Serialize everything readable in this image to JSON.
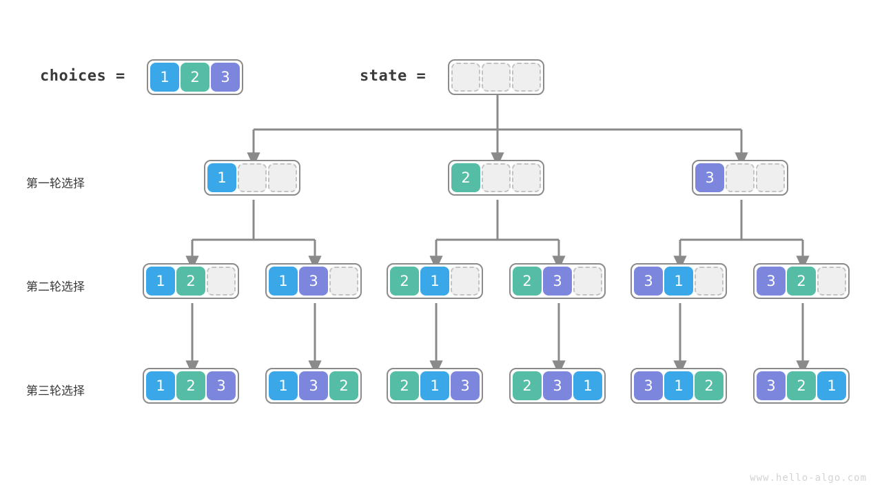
{
  "figure": {
    "watermark": "www.hello-algo.com",
    "palette": {
      "value_1": "#3aa8e8",
      "value_2": "#55bda6",
      "value_3": "#7b86dc",
      "empty_fill": "#efefef",
      "empty_border": "#c2c2c2",
      "node_border": "#8a8a8a",
      "edge": "#8a8a8a",
      "text": "#3a3a3a",
      "watermark_color": "#d2d2d2",
      "background": "#ffffff"
    }
  },
  "header": {
    "choices_label": "choices =",
    "choices_cells": [
      "1",
      "2",
      "3"
    ],
    "state_label": "state =",
    "state_cells": [
      "",
      "",
      ""
    ]
  },
  "rows": [
    {
      "label": "第一轮选择",
      "nodes": [
        {
          "cells": [
            "1",
            "",
            ""
          ]
        },
        {
          "cells": [
            "2",
            "",
            ""
          ]
        },
        {
          "cells": [
            "3",
            "",
            ""
          ]
        }
      ]
    },
    {
      "label": "第二轮选择",
      "nodes": [
        {
          "cells": [
            "1",
            "2",
            ""
          ]
        },
        {
          "cells": [
            "1",
            "3",
            ""
          ]
        },
        {
          "cells": [
            "2",
            "1",
            ""
          ]
        },
        {
          "cells": [
            "2",
            "3",
            ""
          ]
        },
        {
          "cells": [
            "3",
            "1",
            ""
          ]
        },
        {
          "cells": [
            "3",
            "2",
            ""
          ]
        }
      ]
    },
    {
      "label": "第三轮选择",
      "nodes": [
        {
          "cells": [
            "1",
            "2",
            "3"
          ]
        },
        {
          "cells": [
            "1",
            "3",
            "2"
          ]
        },
        {
          "cells": [
            "2",
            "1",
            "3"
          ]
        },
        {
          "cells": [
            "2",
            "3",
            "1"
          ]
        },
        {
          "cells": [
            "3",
            "1",
            "2"
          ]
        },
        {
          "cells": [
            "3",
            "2",
            "1"
          ]
        }
      ]
    }
  ]
}
